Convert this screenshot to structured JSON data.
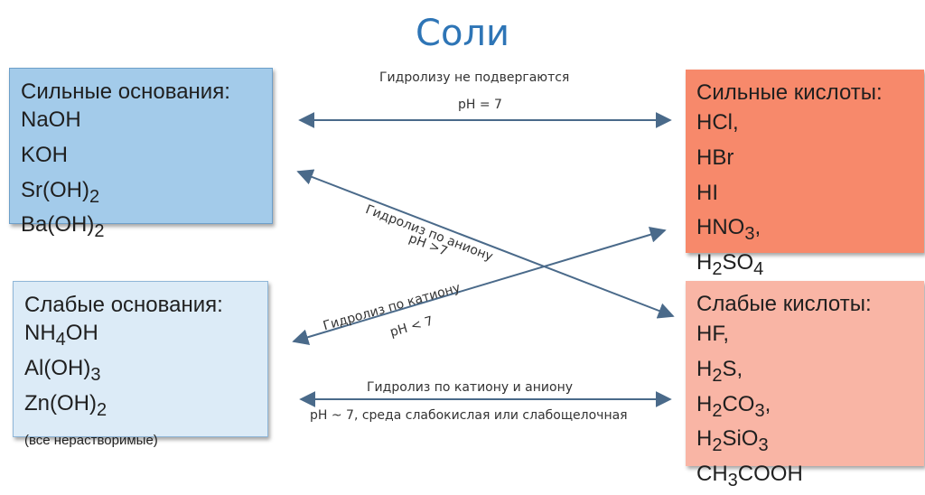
{
  "title": "Соли",
  "strong_bases": {
    "header": "Сильные основания:",
    "items": [
      {
        "base": "NaOH",
        "sub": "",
        "tail": ""
      },
      {
        "base": "KOH",
        "sub": "",
        "tail": ""
      },
      {
        "base": "Sr(OH)",
        "sub": "2",
        "tail": ""
      },
      {
        "base": "Ba(OH)",
        "sub": "2",
        "tail": ""
      }
    ]
  },
  "weak_bases": {
    "header": "Слабые основания:",
    "items": [
      {
        "base": "NH",
        "sub": "4",
        "tail": "OH"
      },
      {
        "base": "Al(OH)",
        "sub": "3",
        "tail": ""
      },
      {
        "base": "Zn(OH)",
        "sub": "2",
        "tail": ""
      }
    ],
    "note": "(все нерастворимые)"
  },
  "strong_acids": {
    "header": "Сильные кислоты:",
    "items": [
      {
        "base": "HCl,",
        "sub": "",
        "tail": "",
        "sub2": "",
        "tail2": ""
      },
      {
        "base": "HBr",
        "sub": "",
        "tail": "",
        "sub2": "",
        "tail2": ""
      },
      {
        "base": "HI",
        "sub": "",
        "tail": "",
        "sub2": "",
        "tail2": ""
      },
      {
        "base": "HNO",
        "sub": "3",
        "tail": ",",
        "sub2": "",
        "tail2": ""
      },
      {
        "base": "H",
        "sub": "2",
        "tail": "SO",
        "sub2": "4",
        "tail2": ""
      }
    ]
  },
  "weak_acids": {
    "header": "Слабые кислоты:",
    "items": [
      {
        "base": "HF,",
        "sub": "",
        "tail": "",
        "sub2": "",
        "tail2": ""
      },
      {
        "base": "H",
        "sub": "2",
        "tail": "S,",
        "sub2": "",
        "tail2": ""
      },
      {
        "base": "H",
        "sub": "2",
        "tail": "CO",
        "sub2": "3",
        "tail2": ","
      },
      {
        "base": "H",
        "sub": "2",
        "tail": "SiO",
        "sub2": "3",
        "tail2": ""
      },
      {
        "base": "CH",
        "sub": "3",
        "tail": "COOH",
        "sub2": "",
        "tail2": ""
      }
    ]
  },
  "arrows": {
    "top_line1": "Гидролизу не подвергаются",
    "top_line2": "pH = 7",
    "anion_line1": "Гидролиз  по аниону",
    "anion_line2": "pH >7",
    "cation_line1": "Гидролиз по катиону",
    "cation_line2": "pH < 7",
    "bottom_line1": "Гидролиз по катиону  и аниону",
    "bottom_line2": "pH ~ 7, среда слабокислая или слабощелочная"
  },
  "colors": {
    "title": "#2e75b6",
    "strong_bases_fill": "#a3cbea",
    "weak_bases_fill": "#dcebf7",
    "strong_acids_fill": "#f7896b",
    "weak_acids_fill": "#f9b5a5",
    "arrow": "#4a6a8a"
  }
}
